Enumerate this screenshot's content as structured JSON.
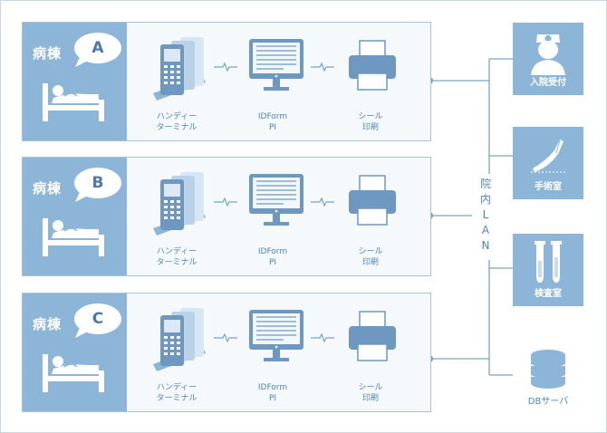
{
  "wards": [
    {
      "title": "病棟",
      "letter": "A",
      "terminal": "ハンディー\nターミナル",
      "pc": "IDForm\nPI",
      "printer": "シール\n印刷"
    },
    {
      "title": "病棟",
      "letter": "B",
      "terminal": "ハンディー\nターミナル",
      "pc": "IDForm\nPI",
      "printer": "シール\n印刷"
    },
    {
      "title": "病棟",
      "letter": "C",
      "terminal": "ハンディー\nターミナル",
      "pc": "IDForm\nPI",
      "printer": "シール\n印刷"
    }
  ],
  "lan": {
    "label_chars": [
      "院",
      "内",
      "L",
      "A",
      "N"
    ]
  },
  "destinations": [
    {
      "label": "入院受付",
      "icon": "nurse-icon"
    },
    {
      "label": "手術室",
      "icon": "scalpel-icon"
    },
    {
      "label": "検査室",
      "icon": "test-tubes-icon"
    }
  ],
  "db_server": {
    "label": "DBサーバ",
    "icon": "database-icon"
  },
  "colors": {
    "primary": "#8db5d7",
    "text": "#4f86b9",
    "line": "#7aa3c8",
    "border": "#a9c1d9"
  }
}
